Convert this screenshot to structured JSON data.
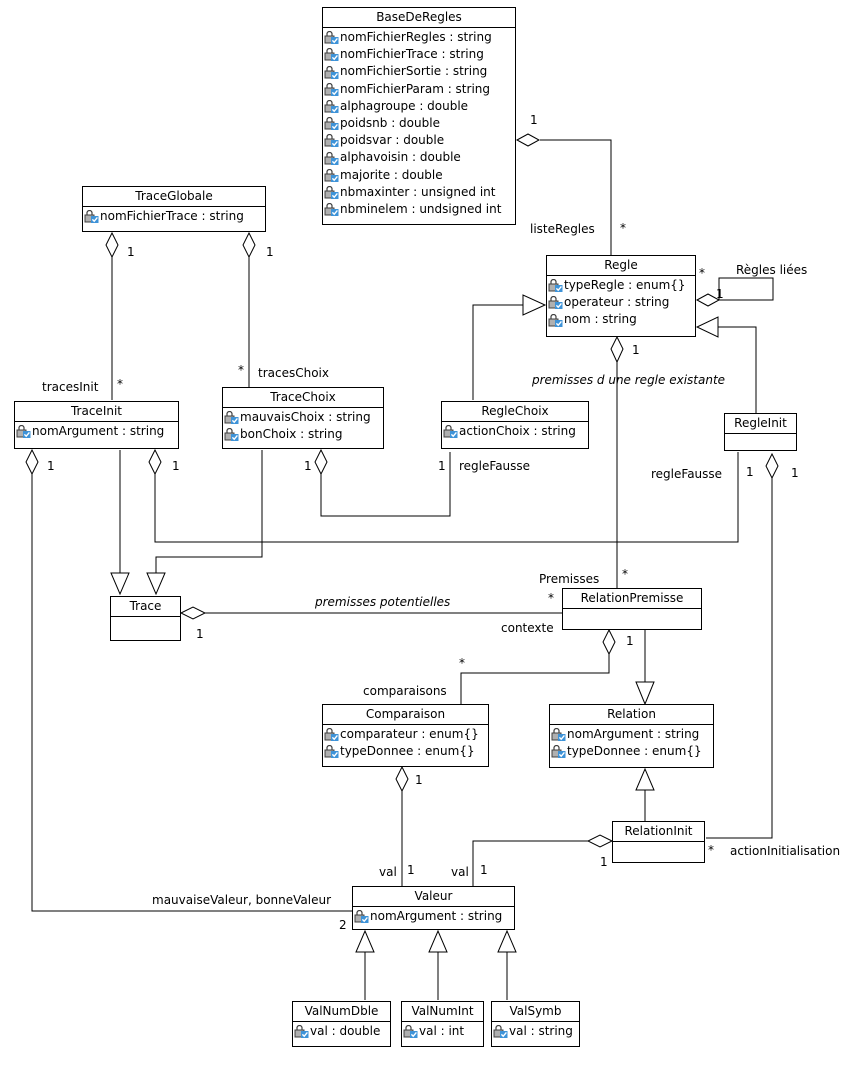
{
  "classes": {
    "base": {
      "name": "BaseDeRegles",
      "attrs": [
        "nomFichierRegles : string",
        "nomFichierTrace : string",
        "nomFichierSortie : string",
        "nomFichierParam : string",
        "alphagroupe : double",
        "poidsnb : double",
        "poidsvar : double",
        "alphavoisin : double",
        "majorite : double",
        "nbmaxinter : unsigned int",
        "nbminelem : undsigned int"
      ]
    },
    "traceGlobale": {
      "name": "TraceGlobale",
      "attrs": [
        "nomFichierTrace : string"
      ]
    },
    "regle": {
      "name": "Regle",
      "attrs": [
        "typeRegle : enum{}",
        "operateur : string",
        "nom : string"
      ]
    },
    "traceInit": {
      "name": "TraceInit",
      "attrs": [
        "nomArgument : string"
      ]
    },
    "traceChoix": {
      "name": "TraceChoix",
      "attrs": [
        "mauvaisChoix : string",
        "bonChoix : string"
      ]
    },
    "regleChoix": {
      "name": "RegleChoix",
      "attrs": [
        "actionChoix : string"
      ]
    },
    "regleInit": {
      "name": "RegleInit",
      "attrs": []
    },
    "trace": {
      "name": "Trace",
      "attrs": []
    },
    "relationPremisse": {
      "name": "RelationPremisse",
      "attrs": []
    },
    "comparaison": {
      "name": "Comparaison",
      "attrs": [
        "comparateur : enum{}",
        "typeDonnee : enum{}"
      ]
    },
    "relation": {
      "name": "Relation",
      "attrs": [
        "nomArgument : string",
        "typeDonnee : enum{}"
      ]
    },
    "relationInit": {
      "name": "RelationInit",
      "attrs": []
    },
    "valeur": {
      "name": "Valeur",
      "attrs": [
        "nomArgument : string"
      ]
    },
    "valNumDble": {
      "name": "ValNumDble",
      "attrs": [
        "val : double"
      ]
    },
    "valNumInt": {
      "name": "ValNumInt",
      "attrs": [
        "val : int"
      ]
    },
    "valSymb": {
      "name": "ValSymb",
      "attrs": [
        "val : string"
      ]
    }
  },
  "labels": {
    "base_one": "1",
    "liste_regles": "listeRegles",
    "regle_star": "*",
    "regle_self_star": "*",
    "regles_liees": "Règles liées",
    "regle_self_one": "1",
    "tg_one_a": "1",
    "tg_one_b": "1",
    "traces_init": "tracesInit",
    "ti_star": "*",
    "tc_star": "*",
    "traces_choix": "tracesChoix",
    "regle_diamond_one": "1",
    "premisses_existante": "premisses d une regle existante",
    "ti_one_left": "1",
    "ti_one_right": "1",
    "tc_one": "1",
    "rc_one": "1",
    "regle_fausse_a": "regleFausse",
    "ri_regle_fausse": "regleFausse",
    "ri_one_a": "1",
    "ri_one_b": "1",
    "premisses": "Premisses",
    "rp_star_top": "*",
    "premisses_potentielles": "premisses potentielles",
    "rp_star_left": "*",
    "contexte": "contexte",
    "trace_one": "1",
    "comp_star": "*",
    "comparaisons": "comparaisons",
    "rp_one": "1",
    "comp_one": "1",
    "val_a": "val",
    "val_a_one": "1",
    "val_b": "val",
    "val_b_one": "1",
    "relinit_one": "1",
    "relinit_star": "*",
    "action_init": "actionInitialisation",
    "mauvaise_bonne": "mauvaiseValeur, bonneValeur",
    "valeur_two": "2"
  }
}
